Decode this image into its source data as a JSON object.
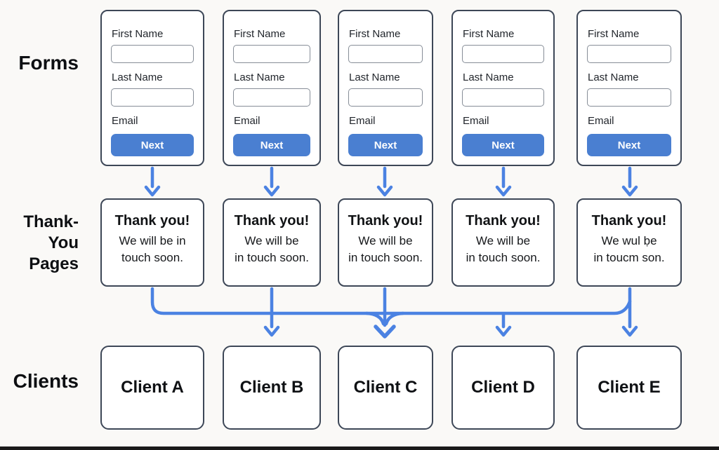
{
  "colors": {
    "background": "#faf9f7",
    "card_border": "#3d4757",
    "button_blue": "#4a7fd1",
    "arrow_blue": "#4b82e2",
    "footer_bar": "#1a1a1a"
  },
  "row_labels": {
    "forms": "Forms",
    "thank_you_lines": [
      "Thank-",
      "You",
      "Pages"
    ],
    "clients": "Clients"
  },
  "columns": [
    {
      "form": {
        "first_name_label": "First Name",
        "last_name_label": "Last Name",
        "email_label": "Email",
        "next_label": "Next"
      },
      "thank_you": {
        "title": "Thank you!",
        "line1": "We will be in",
        "line2": "touch soon."
      },
      "client_label": "Client A"
    },
    {
      "form": {
        "first_name_label": "First Name",
        "last_name_label": "Last Name",
        "email_label": "Email",
        "next_label": "Next"
      },
      "thank_you": {
        "title": "Thank you!",
        "line1": "We will be",
        "line2": "in touch soon."
      },
      "client_label": "Client B"
    },
    {
      "form": {
        "first_name_label": "First Name",
        "last_name_label": "Last Name",
        "email_label": "Email",
        "next_label": "Next"
      },
      "thank_you": {
        "title": "Thank you!",
        "line1": "We will be",
        "line2": "in touch soon."
      },
      "client_label": "Client C"
    },
    {
      "form": {
        "first_name_label": "First Name",
        "last_name_label": "Last Name",
        "email_label": "Email",
        "next_label": "Next"
      },
      "thank_you": {
        "title": "Thank you!",
        "line1": "We will be",
        "line2": "in touch soon."
      },
      "client_label": "Client D"
    },
    {
      "form": {
        "first_name_label": "First Name",
        "last_name_label": "Last Name",
        "email_label": "Email",
        "next_label": "Next"
      },
      "thank_you": {
        "title": "Thank you!",
        "line1": "We wul ḅe",
        "line2": "in toucm son."
      },
      "client_label": "Client E"
    }
  ]
}
